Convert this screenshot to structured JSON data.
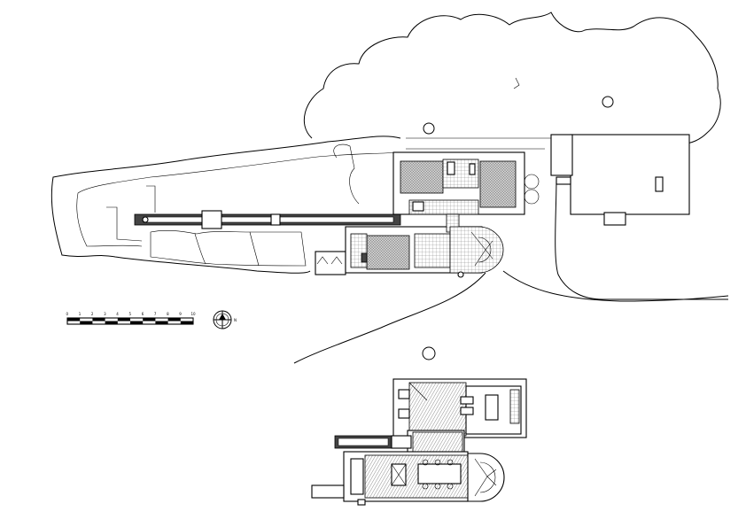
{
  "scale_bar": {
    "ticks": [
      "0",
      "1",
      "2",
      "3",
      "4",
      "5",
      "6",
      "7",
      "8",
      "9",
      "10"
    ]
  },
  "north_arrow": {
    "label": "N"
  }
}
